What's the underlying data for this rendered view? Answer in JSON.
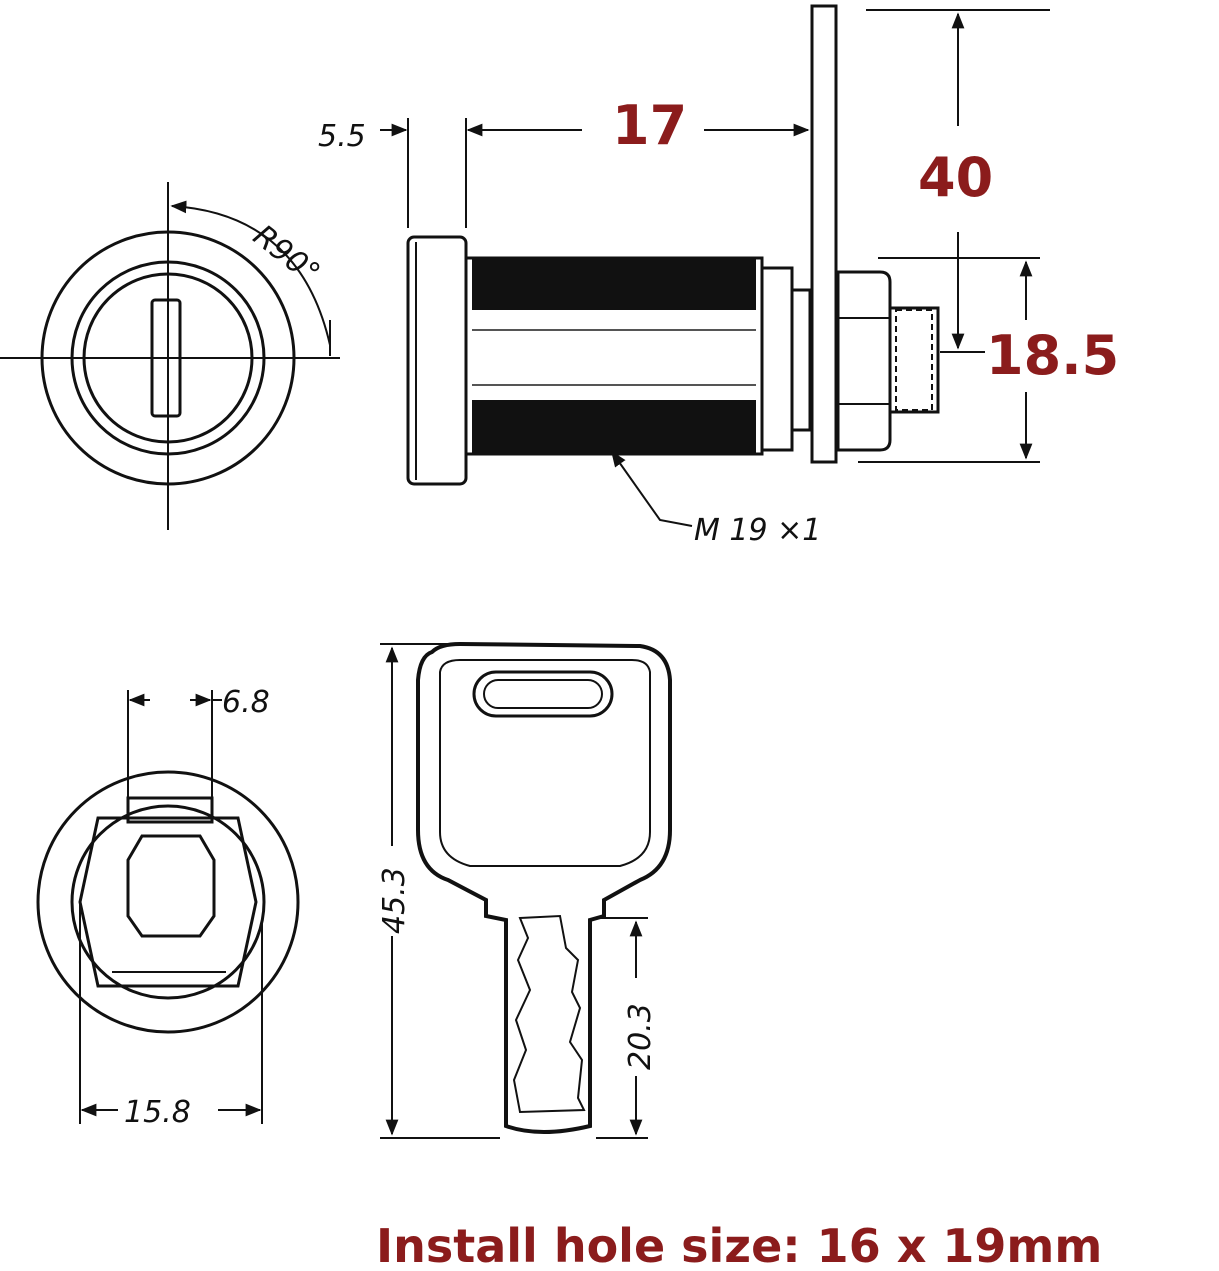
{
  "drawing": {
    "front_view": {
      "angle_label": "R90°"
    },
    "side_view": {
      "dim_flange": "5.5",
      "dim_length": "17",
      "dim_cam_length": "40",
      "dim_nut": "18.5",
      "thread_label": "M 19 ×1"
    },
    "back_view": {
      "dim_slot": "6.8",
      "dim_width": "15.8"
    },
    "key_view": {
      "dim_total": "45.3",
      "dim_blade": "20.3"
    },
    "caption": "Install hole size: 16 x 19mm"
  },
  "colors": {
    "accent": "#8b1c1c",
    "ink": "#111111"
  }
}
